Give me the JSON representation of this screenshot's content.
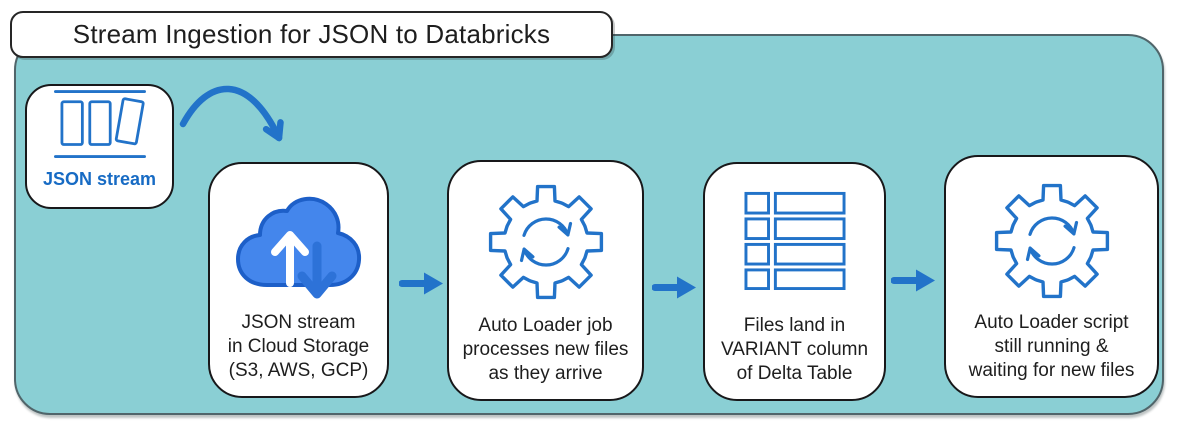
{
  "title": "Stream Ingestion for JSON to Databricks",
  "source": {
    "label": "JSON stream",
    "icon": "json-stream-cards-icon"
  },
  "steps": [
    {
      "icon": "cloud-upload-download-icon",
      "caption": "JSON stream\nin Cloud Storage\n(S3, AWS, GCP)"
    },
    {
      "icon": "gear-sync-icon",
      "caption": "Auto Loader job\nprocesses new files\nas they arrive"
    },
    {
      "icon": "table-rows-icon",
      "caption": "Files land in\nVARIANT column\nof Delta Table"
    },
    {
      "icon": "gear-sync-icon",
      "caption": "Auto Loader script\nstill running &\nwaiting for new files"
    }
  ],
  "connectors": {
    "curved_arrow": "curved-arrow-icon",
    "flow_arrow": "arrow-right-icon"
  },
  "colors": {
    "canvas": "#8acfd4",
    "canvas_border": "#50656a",
    "box_border": "#18181a",
    "ink": "#1e1e1e",
    "blue": "#2273c9",
    "label_blue": "#176bc4",
    "cloud_fill": "#4486ec",
    "cloud_stroke": "#1d5fc8",
    "down_arrow_blue": "#2d72d8"
  }
}
